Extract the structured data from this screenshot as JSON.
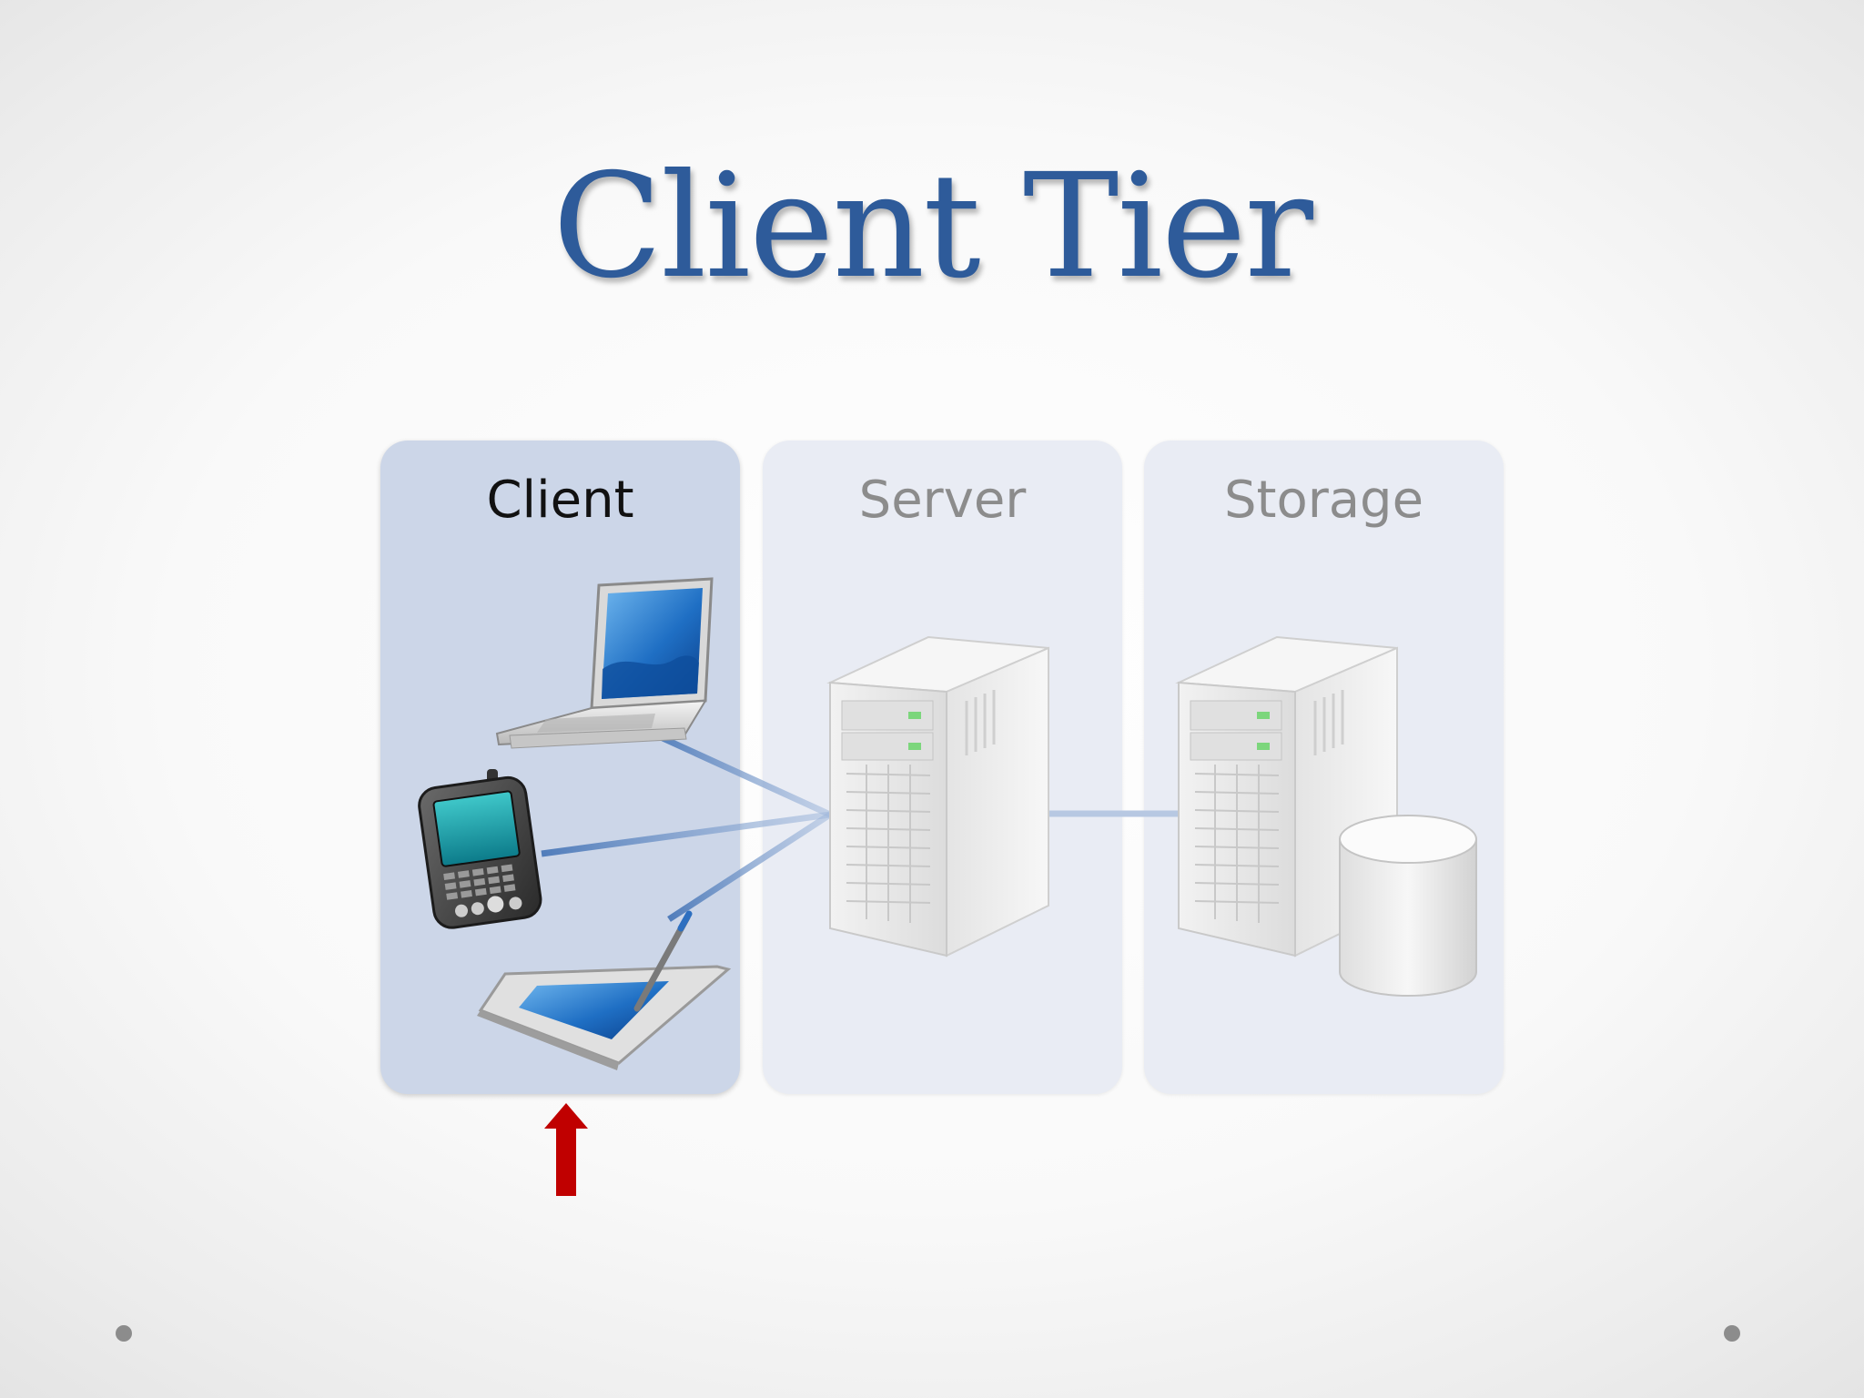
{
  "slide": {
    "title": "Client Tier"
  },
  "diagram": {
    "tiers": [
      {
        "label": "Client",
        "highlighted": true
      },
      {
        "label": "Server",
        "highlighted": false
      },
      {
        "label": "Storage",
        "highlighted": false
      }
    ],
    "client_devices": [
      "laptop-icon",
      "pda-icon",
      "tablet-icon"
    ],
    "server_icon": "server-tower-icon",
    "storage_icons": [
      "server-tower-icon",
      "database-cylinder-icon"
    ],
    "indicator": "up-arrow-icon"
  },
  "colors": {
    "title": "#2e5b9a",
    "client_panel": "#ccd6e8",
    "faded_panel": "#e9ecf4",
    "connector": "#4a78b8",
    "arrow": "#c00000"
  }
}
